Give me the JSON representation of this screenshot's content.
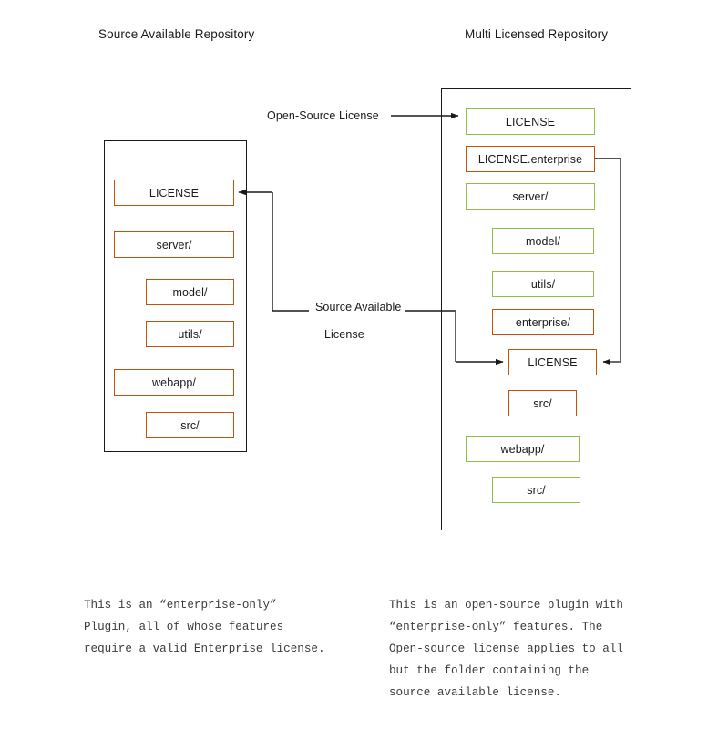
{
  "colors": {
    "orange": "#c1520a",
    "green": "#8cc04a",
    "frame": "#1a1a1a",
    "wire": "#1a1a1a",
    "background": "#ffffff",
    "caption_text": "#3b3b3b"
  },
  "headers": {
    "left": "Source Available Repository",
    "right": "Multi Licensed Repository"
  },
  "connectors": {
    "open_source_license": "Open-Source License",
    "source_available_line1": "Source Available",
    "source_available_line2": "License"
  },
  "left_repo": {
    "title": "Source Available Repository",
    "nodes": [
      {
        "label": "LICENSE",
        "color": "orange",
        "indent": 0
      },
      {
        "label": "server/",
        "color": "orange",
        "indent": 0
      },
      {
        "label": "model/",
        "color": "orange",
        "indent": 1
      },
      {
        "label": "utils/",
        "color": "orange",
        "indent": 1
      },
      {
        "label": "webapp/",
        "color": "orange",
        "indent": 0
      },
      {
        "label": "src/",
        "color": "orange",
        "indent": 1
      }
    ]
  },
  "right_repo": {
    "title": "Multi Licensed Repository",
    "nodes": [
      {
        "label": "LICENSE",
        "color": "green",
        "indent": 0
      },
      {
        "label": "LICENSE.enterprise",
        "color": "orange",
        "indent": 0
      },
      {
        "label": "server/",
        "color": "green",
        "indent": 0
      },
      {
        "label": "model/",
        "color": "green",
        "indent": 1
      },
      {
        "label": "utils/",
        "color": "green",
        "indent": 1
      },
      {
        "label": "enterprise/",
        "color": "orange",
        "indent": 1
      },
      {
        "label": "LICENSE",
        "color": "orange",
        "indent": 2
      },
      {
        "label": "src/",
        "color": "orange",
        "indent": 1
      },
      {
        "label": "webapp/",
        "color": "green",
        "indent": 0
      },
      {
        "label": "src/",
        "color": "green",
        "indent": 1
      }
    ]
  },
  "captions": {
    "left": "This is an “enterprise-only”\nPlugin, all of whose features\nrequire a valid Enterprise license.",
    "right": "This is an open-source plugin with\n“enterprise-only” features. The\nOpen-source license applies to all\nbut the folder containing the\nsource available license."
  }
}
